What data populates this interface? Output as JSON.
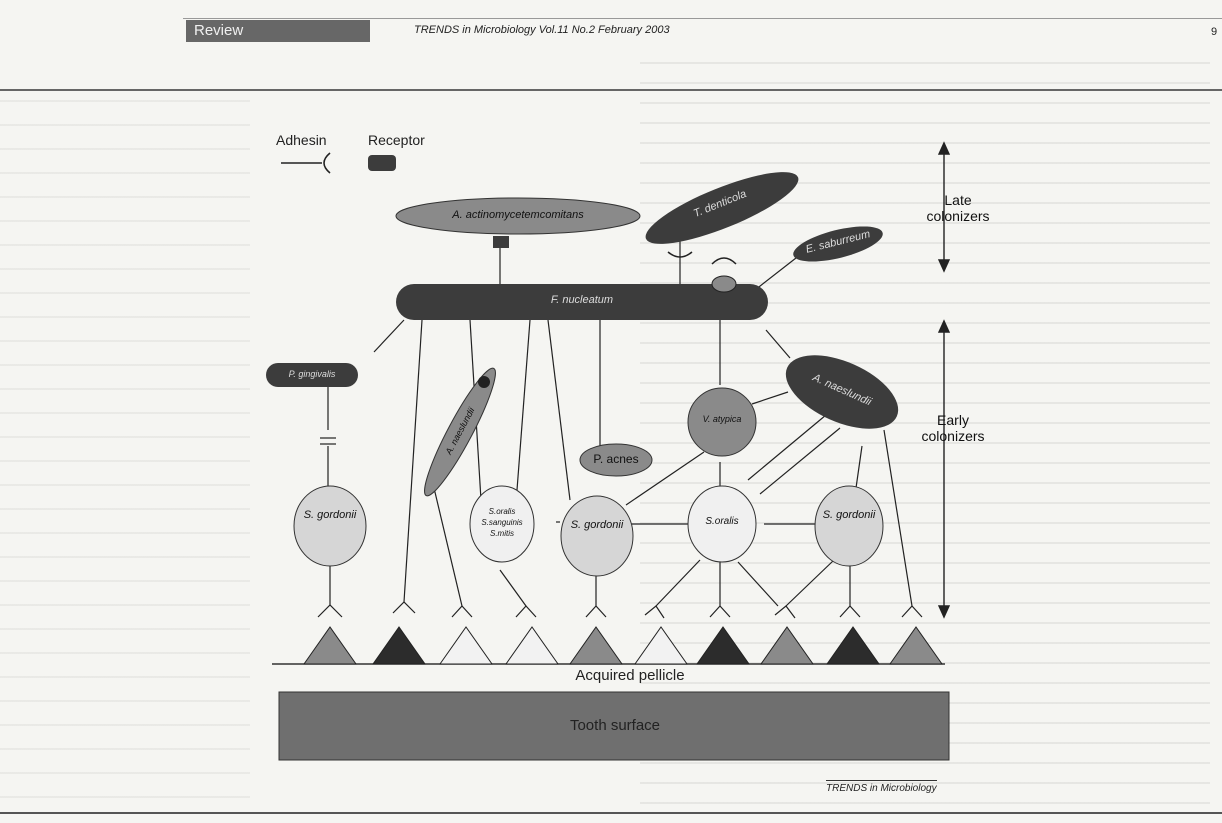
{
  "header": {
    "section": "Review",
    "journal": "TRENDS in Microbiology   Vol.11 No.2 February 2003",
    "page": "9"
  },
  "legend": {
    "adhesin": "Adhesin",
    "receptor": "Receptor"
  },
  "bacteria": {
    "a_actino": "A. actinomycetemcomitans",
    "f_nucleatum": "F. nucleatum",
    "t_denticola": "T. denticola",
    "e_saburreum": "E. saburreum",
    "p_gingivalis": "P. gingivalis",
    "a_naeslundii_top": "A. naeslundii",
    "v_atypica": "V. atypica",
    "a_naeslundii": "A. naeslundii",
    "p_acnes": "P. acnes",
    "s_gordonii_left": "S. gordonii",
    "s_oralis_group": "S.oralis S.sanguinis S.mitis",
    "s_gordonii_mid": "S. gordonii",
    "s_oralis": "S.oralis",
    "s_gordonii_right": "S. gordonii"
  },
  "stages": {
    "late": "Late colonizers",
    "early": "Early colonizers"
  },
  "surfaces": {
    "pellicle": "Acquired pellicle",
    "tooth": "Tooth surface"
  },
  "credit": "TRENDS in Microbiology",
  "colors": {
    "dark_cell": "#3c3c3c",
    "mid_cell": "#8a8a8a",
    "light_cell": "#d6d6d6",
    "tooth": "#6f6f6f"
  }
}
